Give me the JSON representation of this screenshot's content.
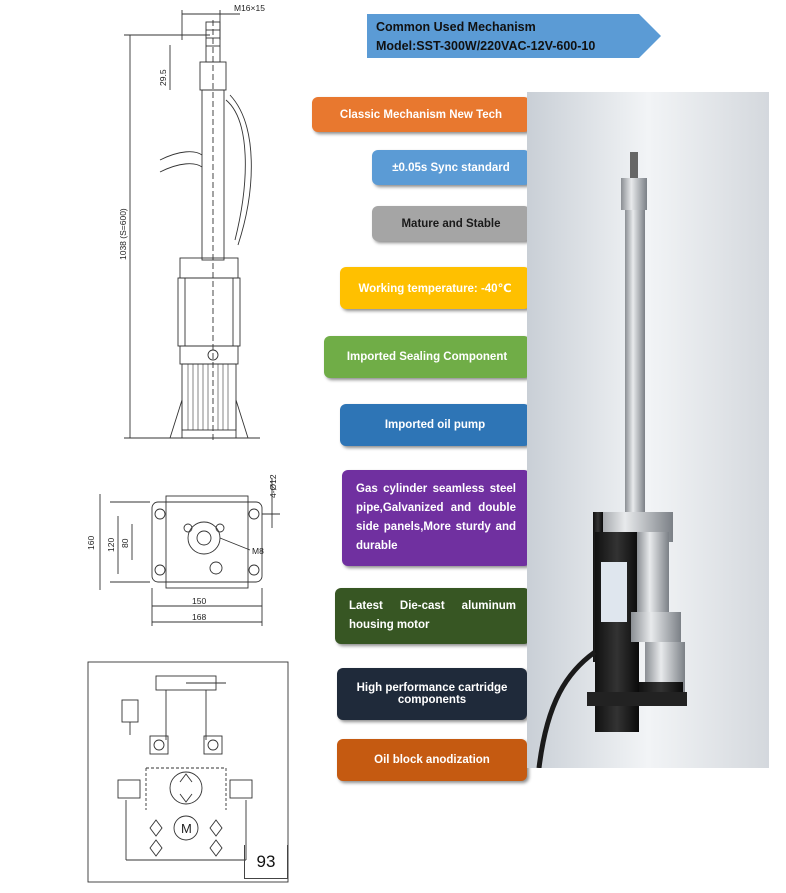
{
  "header": {
    "line1": "Common Used Mechanism",
    "line2": "Model:SST-300W/220VAC-12V-600-10",
    "color": "#5b9bd5"
  },
  "drawing_labels": {
    "thread": "M16×15",
    "top_dim": "29.5",
    "length": "1038 (S=600)",
    "holes": "4-Ø12",
    "h160": "160",
    "h120": "120",
    "h80": "80",
    "m8": "M8",
    "w150": "150",
    "w168": "168",
    "motor": "M"
  },
  "features": [
    {
      "label": "Classic Mechanism New Tech",
      "color": "#e8782f"
    },
    {
      "label": "±0.05s Sync standard",
      "color": "#5b9bd5"
    },
    {
      "label": "Mature and Stable",
      "color": "#a5a5a5"
    },
    {
      "label": "Working temperature: -40℃",
      "color": "#ffc000"
    },
    {
      "label": "Imported Sealing Component",
      "color": "#70ad47"
    },
    {
      "label": "Imported oil pump",
      "color": "#2e75b6"
    },
    {
      "label": "Gas cylinder seamless steel pipe,Galvanized and double side panels,More sturdy and durable",
      "color": "#7030a0"
    },
    {
      "label": "Latest Die-cast aluminum housing motor",
      "color": "#375623"
    },
    {
      "label": "High performance cartridge components",
      "color": "#1f2a3a"
    },
    {
      "label": "Oil block anodization",
      "color": "#c55a11"
    }
  ],
  "page_number": "93"
}
